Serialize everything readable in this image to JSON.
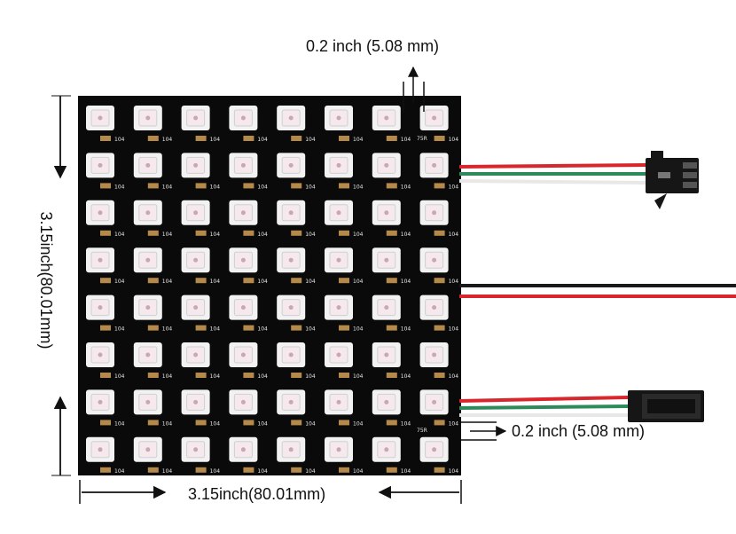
{
  "dimensions": {
    "top_pitch": "0.2 inch (5.08 mm)",
    "right_pitch": "0.2 inch (5.08 mm)",
    "width": "3.15inch(80.01mm)",
    "height": "3.15inch(80.01mm)"
  },
  "matrix": {
    "rows": 8,
    "cols": 8,
    "resistor_marking": "104",
    "extra_marking": "75R"
  },
  "colors": {
    "pcb": "#0a0a0a",
    "led_body": "#f2f2f2",
    "led_window": "#f6e9ee",
    "wire_red": "#d8262c",
    "wire_green": "#2d8a5b",
    "wire_white": "#f4f4f4",
    "wire_black": "#1a1a1a",
    "connector": "#161616"
  }
}
